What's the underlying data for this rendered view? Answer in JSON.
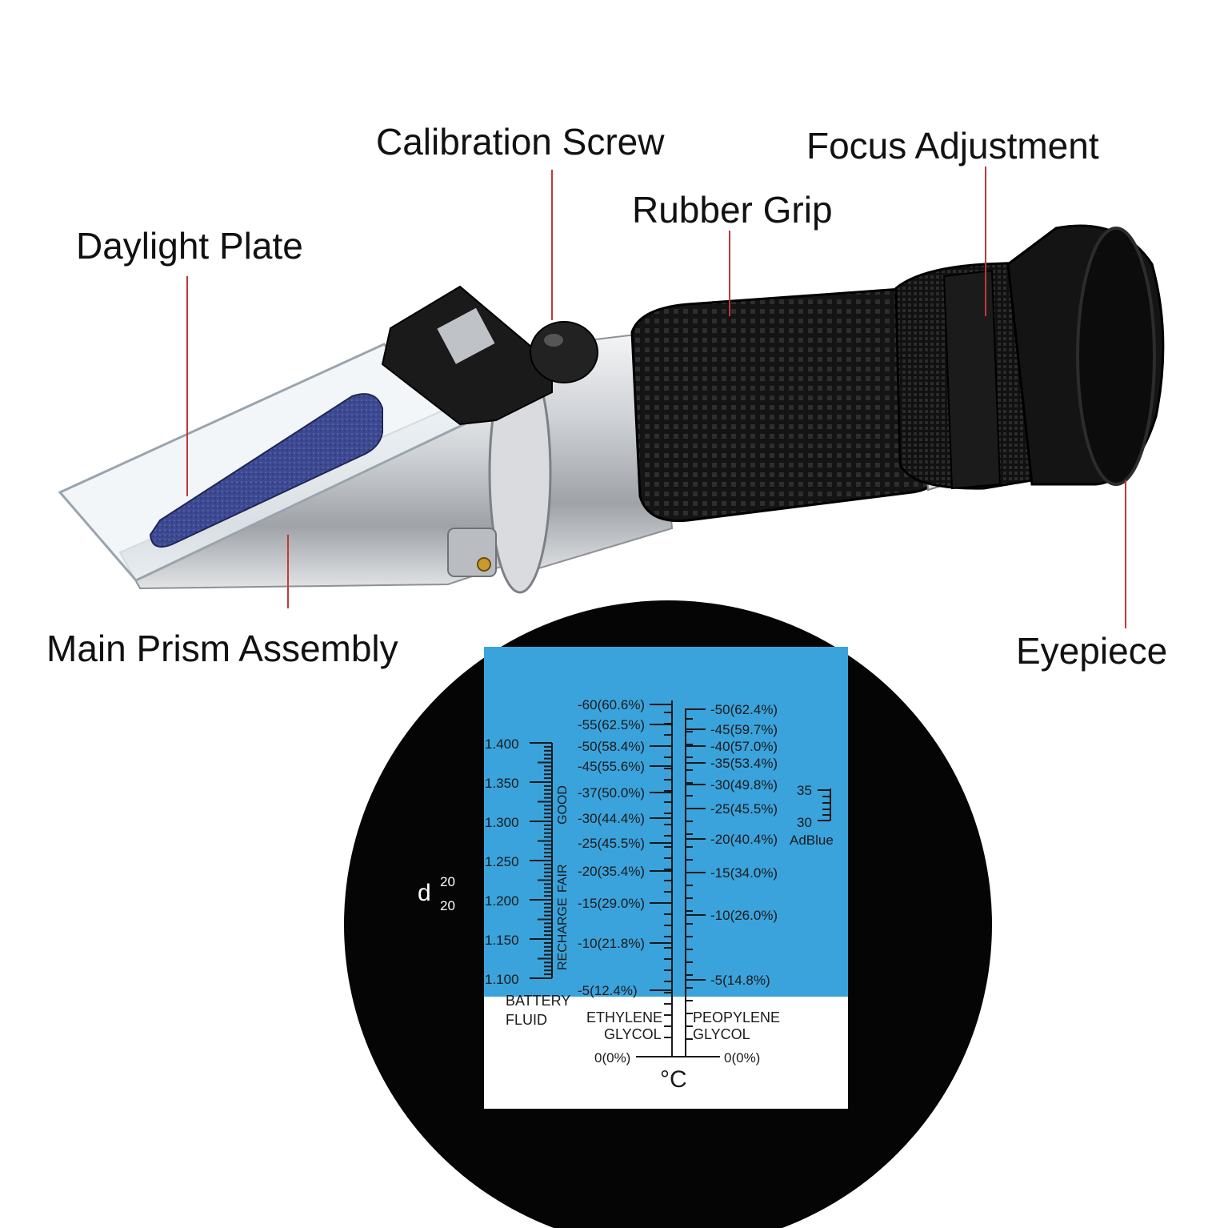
{
  "labels": {
    "calibration_screw": "Calibration Screw",
    "focus_adjustment": "Focus Adjustment",
    "rubber_grip": "Rubber Grip",
    "daylight_plate": "Daylight Plate",
    "main_prism_assembly": "Main Prism Assembly",
    "eyepiece": "Eyepiece"
  },
  "colors": {
    "leader_line": "#c0393b",
    "scale_blue": "#3aa3dc",
    "lens_black": "#050505",
    "body_silver": "#c8cbcf",
    "grip_black": "#151515",
    "plate_blue": "#3d4a92"
  },
  "scale": {
    "battery": {
      "ticks": [
        "1.400",
        "1.350",
        "1.300",
        "1.250",
        "1.200",
        "1.150",
        "1.100"
      ],
      "good": "GOOD",
      "fair": "FAIR",
      "recharge": "RECHARGE",
      "name_line1": "BATTERY",
      "name_line2": "FLUID"
    },
    "ethylene": {
      "ticks": [
        "-60(60.6%)",
        "-55(62.5%)",
        "-50(58.4%)",
        "-45(55.6%)",
        "-37(50.0%)",
        "-30(44.4%)",
        "-25(45.5%)",
        "-20(35.4%)",
        "-15(29.0%)",
        "-10(21.8%)",
        "-5(12.4%)"
      ],
      "zero": "0(0%)",
      "name_line1": "ETHYLENE",
      "name_line2": "GLYCOL"
    },
    "propylene": {
      "ticks": [
        "-50(62.4%)",
        "-45(59.7%)",
        "-40(57.0%)",
        "-35(53.4%)",
        "-30(49.8%)",
        "-25(45.5%)",
        "-20(40.4%)",
        "-15(34.0%)",
        "-10(26.0%)",
        "-5(14.8%)"
      ],
      "zero": "0(0%)",
      "name_line1": "PEOPYLENE",
      "name_line2": "GLYCOL"
    },
    "adblue": {
      "top": "35",
      "bottom": "30",
      "name": "AdBlue"
    },
    "unit": "°C",
    "density": {
      "symbol": "d",
      "sup": "20",
      "sub": "20"
    }
  }
}
